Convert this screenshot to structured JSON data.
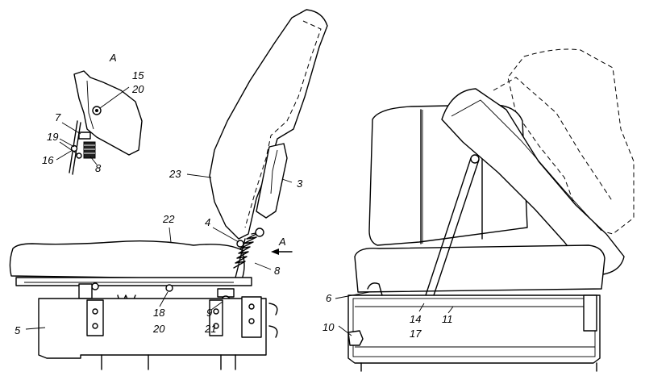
{
  "view_label": "A",
  "arrow_label": "A",
  "callouts": {
    "c1": "15",
    "c2": "20",
    "c3": "7",
    "c4": "19",
    "c5": "16",
    "c6": "8",
    "c7": "23",
    "c8": "3",
    "c9": "22",
    "c10": "4",
    "c11": "8",
    "c12": "18",
    "c13": "20",
    "c14": "9",
    "c15": "21",
    "c16": "5",
    "c17": "6",
    "c18": "14",
    "c19": "17",
    "c20": "11",
    "c21": "10"
  }
}
